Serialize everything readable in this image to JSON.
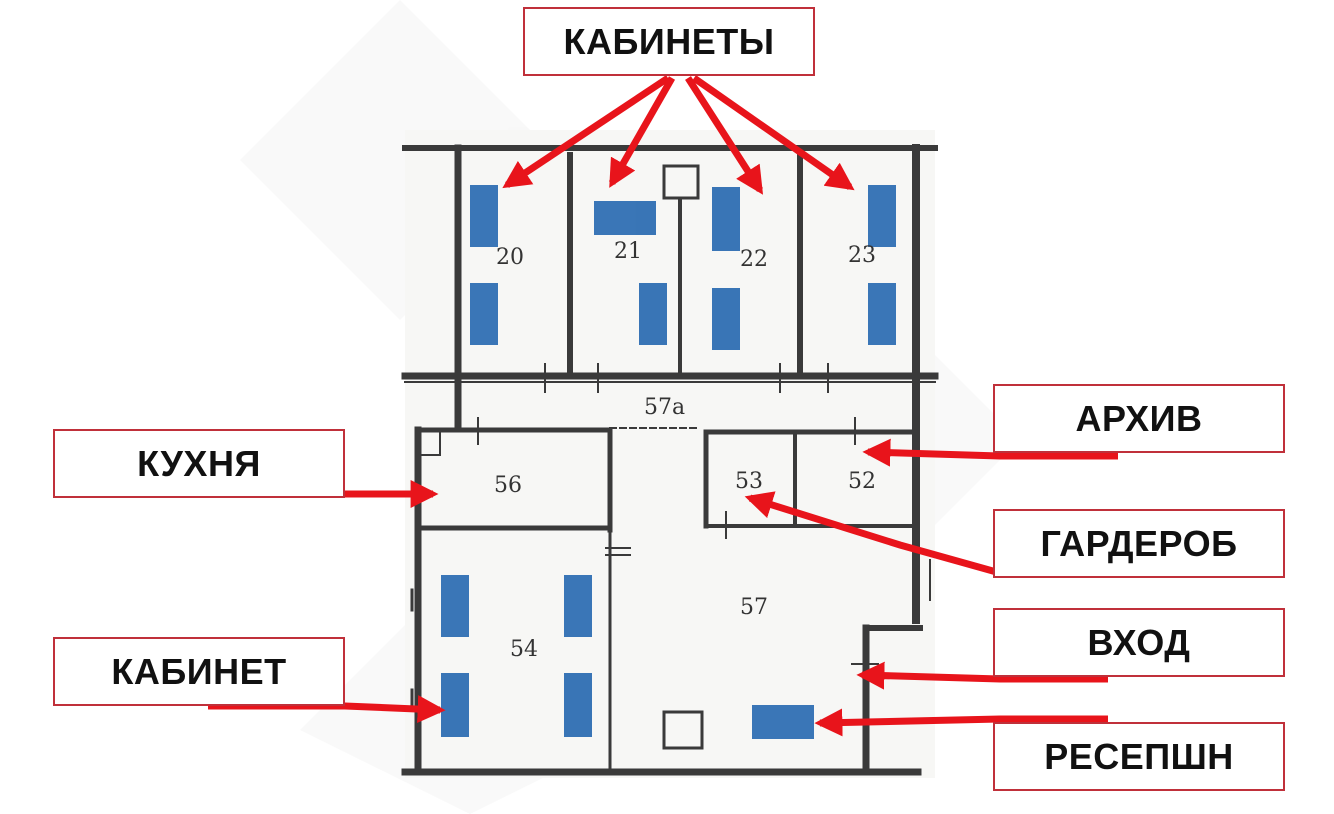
{
  "labels": {
    "offices": "КАБИНЕТЫ",
    "kitchen": "КУХНЯ",
    "archive": "АРХИВ",
    "wardrobe": "ГАРДЕРОБ",
    "entrance": "ВХОД",
    "office": "КАБИНЕТ",
    "reception": "РЕСЕПШН"
  },
  "rooms": {
    "r20": "20",
    "r21": "21",
    "r22": "22",
    "r23": "23",
    "r57a": "57а",
    "r56": "56",
    "r53": "53",
    "r52": "52",
    "r57": "57",
    "r54": "54"
  },
  "colors": {
    "arrow": "#e8141b",
    "label_border": "#c0303a",
    "desk": "#2f6fb3",
    "wall": "#3a3a3a"
  }
}
